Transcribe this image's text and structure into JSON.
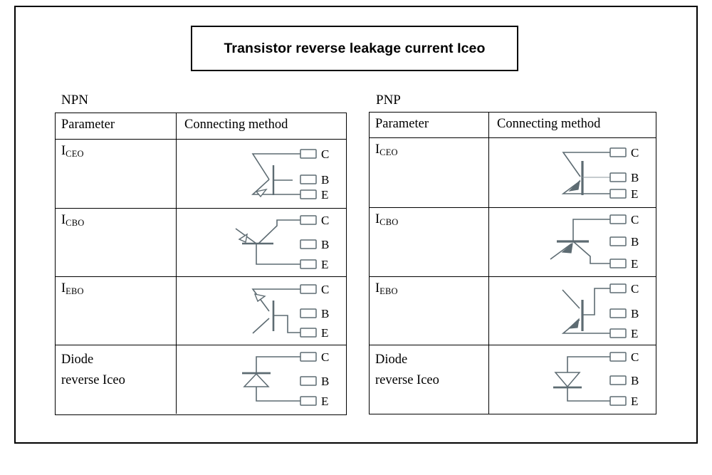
{
  "title": "Transistor reverse leakage current Iceo",
  "sections": [
    {
      "caption": "NPN",
      "header": {
        "param": "Parameter",
        "method": "Connecting method"
      },
      "rows": [
        {
          "param_main": "I",
          "param_sub": "CEO",
          "param_lines": [],
          "circuit": "npn-iceo",
          "terminals": [
            "C",
            "B",
            "E"
          ]
        },
        {
          "param_main": "I",
          "param_sub": "CBO",
          "param_lines": [],
          "circuit": "npn-icbo",
          "terminals": [
            "C",
            "B",
            "E"
          ]
        },
        {
          "param_main": "I",
          "param_sub": "EBO",
          "param_lines": [],
          "circuit": "npn-iebo",
          "terminals": [
            "C",
            "B",
            "E"
          ]
        },
        {
          "param_main": "",
          "param_sub": "",
          "param_lines": [
            "Diode",
            "reverse Iceo"
          ],
          "circuit": "npn-diode",
          "terminals": [
            "C",
            "B",
            "E"
          ]
        }
      ]
    },
    {
      "caption": "PNP",
      "header": {
        "param": "Parameter",
        "method": "Connecting method"
      },
      "rows": [
        {
          "param_main": "I",
          "param_sub": "CEO",
          "param_lines": [],
          "circuit": "pnp-iceo",
          "terminals": [
            "C",
            "B",
            "E"
          ]
        },
        {
          "param_main": "I",
          "param_sub": "CBO",
          "param_lines": [],
          "circuit": "pnp-icbo",
          "terminals": [
            "C",
            "B",
            "E"
          ]
        },
        {
          "param_main": "I",
          "param_sub": "EBO",
          "param_lines": [],
          "circuit": "pnp-iebo",
          "terminals": [
            "C",
            "B",
            "E"
          ]
        },
        {
          "param_main": "",
          "param_sub": "",
          "param_lines": [
            "Diode",
            "reverse Iceo"
          ],
          "circuit": "pnp-diode",
          "terminals": [
            "C",
            "B",
            "E"
          ]
        }
      ]
    }
  ],
  "colors": {
    "frame": "#000000",
    "text": "#000000",
    "wire": "#5d6b72",
    "pad_stroke": "#5d6b72",
    "pad_fill": "#ffffff",
    "background": "#ffffff"
  }
}
